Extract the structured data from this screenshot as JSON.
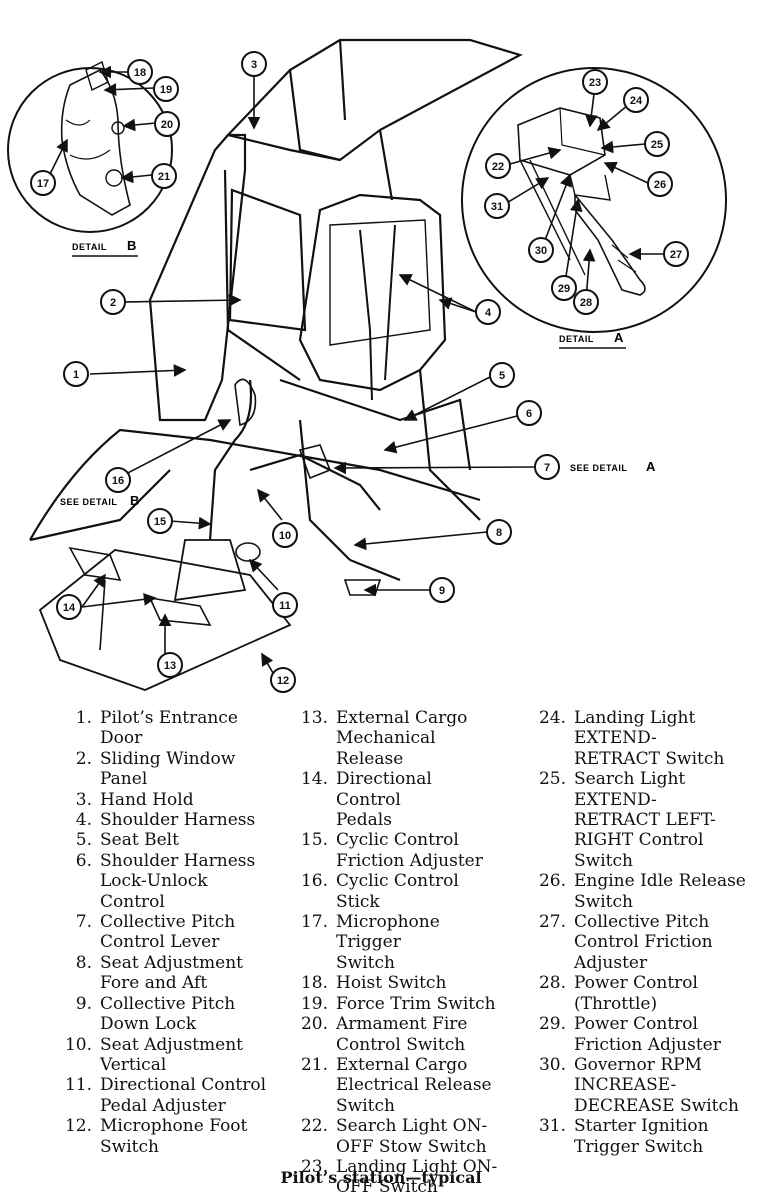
{
  "detail_b": {
    "label": "DETAIL",
    "letter": "B"
  },
  "detail_a": {
    "label": "DETAIL",
    "letter": "A"
  },
  "see_detail_a": {
    "label": "SEE DETAIL",
    "letter": "A"
  },
  "see_detail_b": {
    "label": "SEE DETAIL",
    "letter": "B"
  },
  "callouts": [
    "1",
    "2",
    "3",
    "4",
    "5",
    "6",
    "7",
    "8",
    "9",
    "10",
    "11",
    "12",
    "13",
    "14",
    "15",
    "16",
    "17",
    "18",
    "19",
    "20",
    "21",
    "22",
    "23",
    "24",
    "25",
    "26",
    "27",
    "28",
    "29",
    "30",
    "31"
  ],
  "legend": {
    "col1": [
      {
        "num": "1.",
        "lines": [
          "Pilot’s Entrance",
          "Door"
        ]
      },
      {
        "num": "2.",
        "lines": [
          "Sliding Window",
          "Panel"
        ]
      },
      {
        "num": "3.",
        "lines": [
          "Hand Hold"
        ]
      },
      {
        "num": "4.",
        "lines": [
          "Shoulder Harness"
        ]
      },
      {
        "num": "5.",
        "lines": [
          "Seat Belt"
        ]
      },
      {
        "num": "6.",
        "lines": [
          "Shoulder Harness",
          "Lock-Unlock",
          "Control"
        ]
      },
      {
        "num": "7.",
        "lines": [
          "Collective Pitch",
          "Control Lever"
        ]
      },
      {
        "num": "8.",
        "lines": [
          "Seat Adjustment",
          "Fore and Aft"
        ]
      },
      {
        "num": "9.",
        "lines": [
          "Collective Pitch",
          "Down Lock"
        ]
      },
      {
        "num": "10.",
        "lines": [
          "Seat Adjustment",
          "Vertical"
        ]
      },
      {
        "num": "11.",
        "lines": [
          "Directional Control",
          "Pedal Adjuster"
        ]
      },
      {
        "num": "12.",
        "lines": [
          "Microphone Foot",
          "Switch"
        ]
      }
    ],
    "col2": [
      {
        "num": "13.",
        "lines": [
          "External Cargo",
          "Mechanical Release"
        ]
      },
      {
        "num": "14.",
        "lines": [
          "Directional Control",
          "Pedals"
        ]
      },
      {
        "num": "15.",
        "lines": [
          "Cyclic Control",
          "Friction Adjuster"
        ]
      },
      {
        "num": "16.",
        "lines": [
          "Cyclic Control Stick"
        ]
      },
      {
        "num": "17.",
        "lines": [
          "Microphone Trigger",
          "Switch"
        ]
      },
      {
        "num": "18.",
        "lines": [
          "Hoist Switch"
        ]
      },
      {
        "num": "19.",
        "lines": [
          "Force Trim Switch"
        ]
      },
      {
        "num": "20.",
        "lines": [
          "Armament Fire",
          "Control Switch"
        ]
      },
      {
        "num": "21.",
        "lines": [
          "External Cargo",
          "Electrical Release",
          "Switch"
        ]
      },
      {
        "num": "22.",
        "lines": [
          "Search Light ON-",
          "OFF Stow Switch"
        ]
      },
      {
        "num": "23.",
        "lines": [
          "Landing Light ON-",
          "OFF Switch"
        ]
      }
    ],
    "col3": [
      {
        "num": "24.",
        "lines": [
          "Landing Light",
          "EXTEND-",
          "RETRACT Switch"
        ]
      },
      {
        "num": "25.",
        "lines": [
          "Search Light",
          "EXTEND-",
          "RETRACT LEFT-",
          "RIGHT Control",
          "Switch"
        ]
      },
      {
        "num": "26.",
        "lines": [
          "Engine Idle Release",
          "Switch"
        ]
      },
      {
        "num": "27.",
        "lines": [
          "Collective Pitch",
          "Control Friction",
          "Adjuster"
        ]
      },
      {
        "num": "28.",
        "lines": [
          "Power Control",
          "(Throttle)"
        ]
      },
      {
        "num": "29.",
        "lines": [
          "Power Control",
          "Friction Adjuster"
        ]
      },
      {
        "num": "30.",
        "lines": [
          "Governor RPM",
          "INCREASE-",
          "DECREASE Switch"
        ]
      },
      {
        "num": "31.",
        "lines": [
          "Starter Ignition",
          "Trigger Switch"
        ]
      }
    ]
  },
  "caption": "Pilot’s station—typical"
}
